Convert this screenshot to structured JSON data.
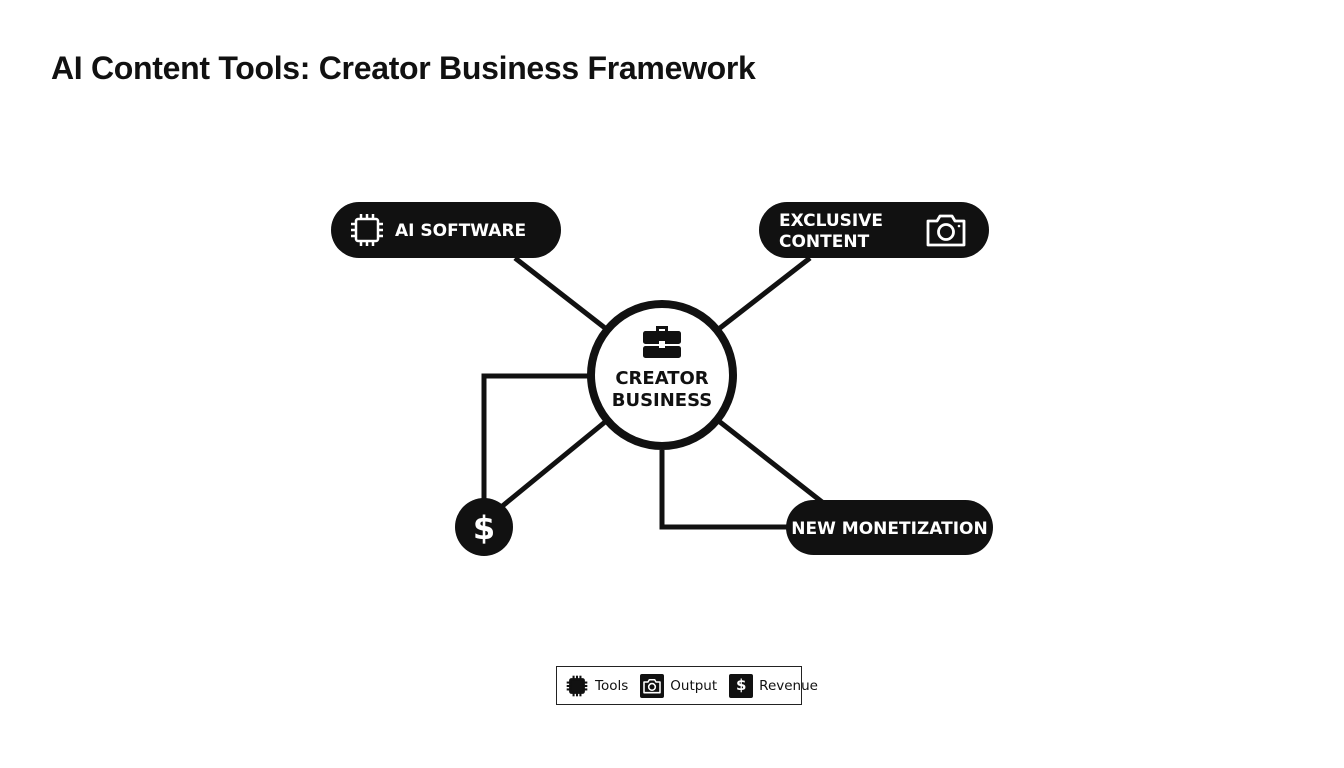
{
  "title": "AI Content Tools: Creator Business Framework",
  "hub": {
    "line1": "CREATOR",
    "line2": "BUSINESS",
    "icon": "briefcase-icon"
  },
  "nodes": {
    "ai_software": {
      "label": "AI SOFTWARE",
      "icon": "chip-icon"
    },
    "exclusive_content": {
      "line1": "EXCLUSIVE",
      "line2": "CONTENT",
      "icon": "camera-icon"
    },
    "new_monetization": {
      "label": "NEW MONETIZATION"
    },
    "revenue": {
      "glyph": "$",
      "icon": "dollar-icon"
    }
  },
  "legend": [
    {
      "label": "Tools",
      "icon": "chip-icon"
    },
    {
      "label": "Output",
      "icon": "camera-icon"
    },
    {
      "label": "Revenue",
      "icon": "dollar-icon",
      "glyph": "$"
    }
  ],
  "colors": {
    "ink": "#111111",
    "paper": "#ffffff"
  }
}
